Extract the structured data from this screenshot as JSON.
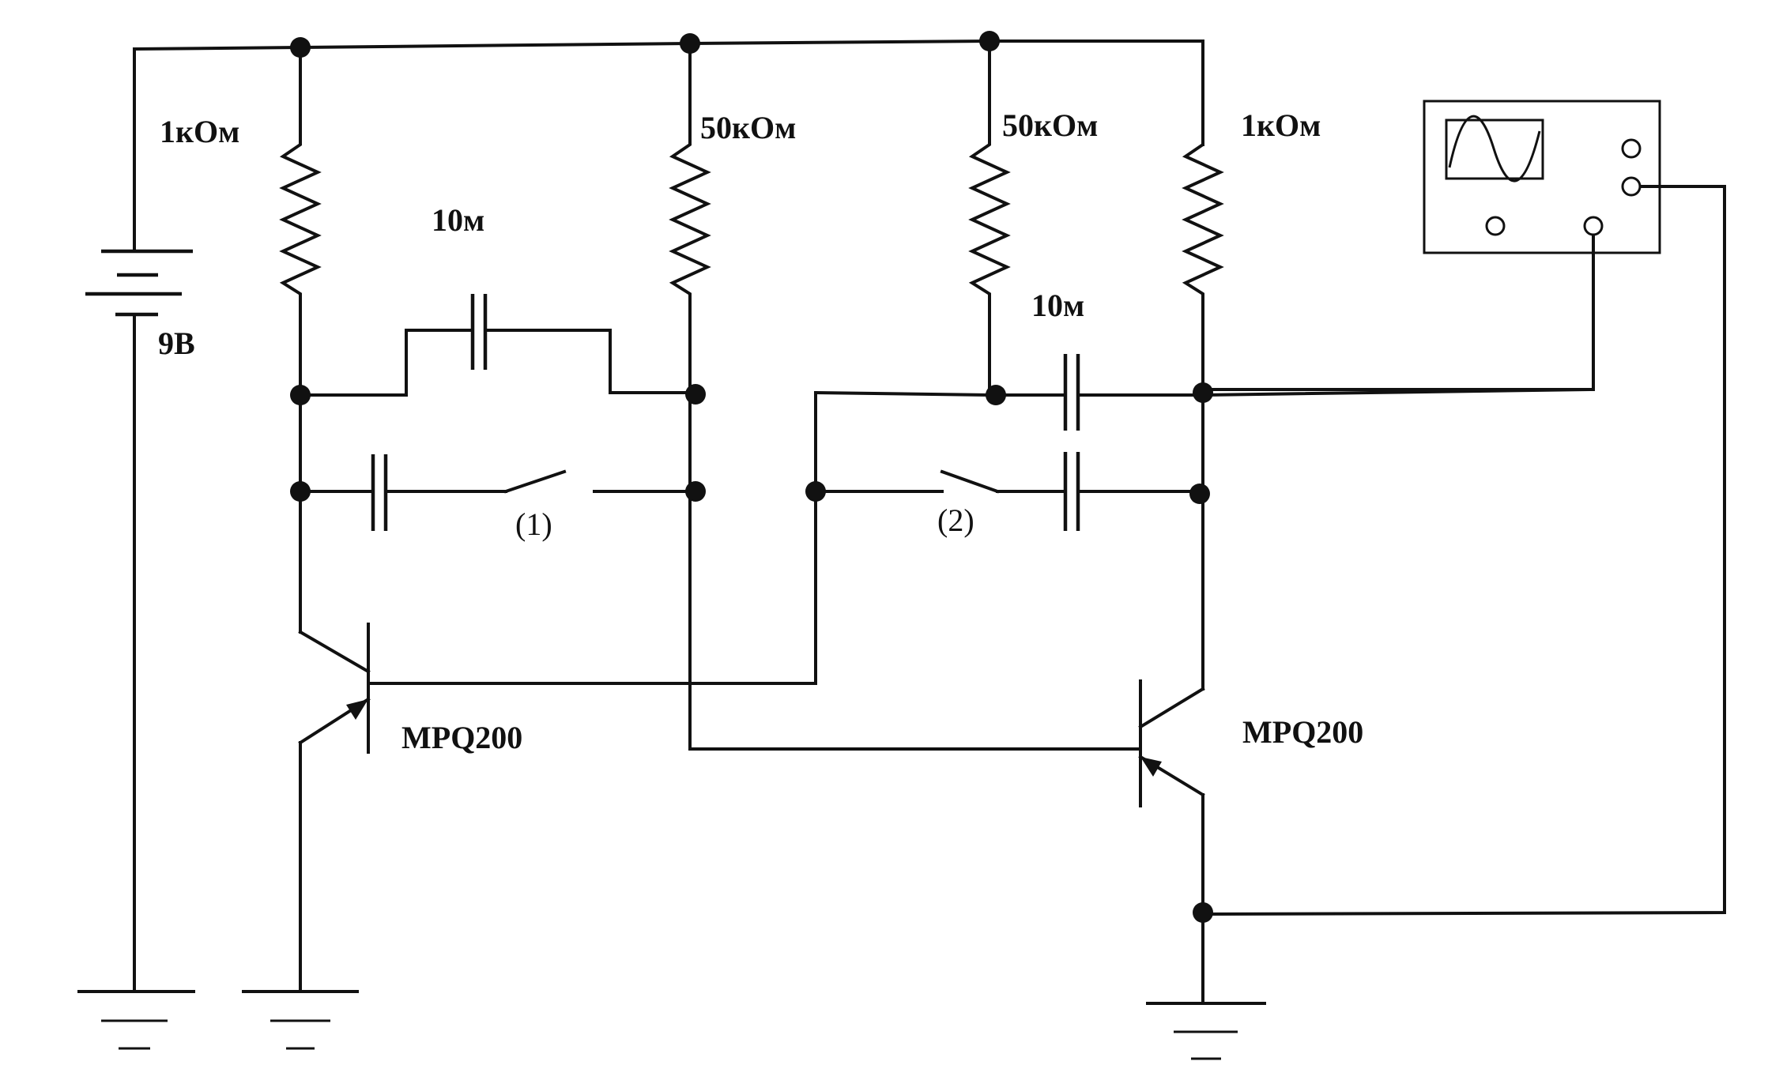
{
  "labels": {
    "r1": "1кОм",
    "r2": "50кОм",
    "r3": "50кОм",
    "r4": "1кОм",
    "c1": "10м",
    "c2": "10м",
    "battery": "9В",
    "switch1": "(1)",
    "switch2": "(2)",
    "q1": "MPQ200",
    "q2": "MPQ200"
  }
}
